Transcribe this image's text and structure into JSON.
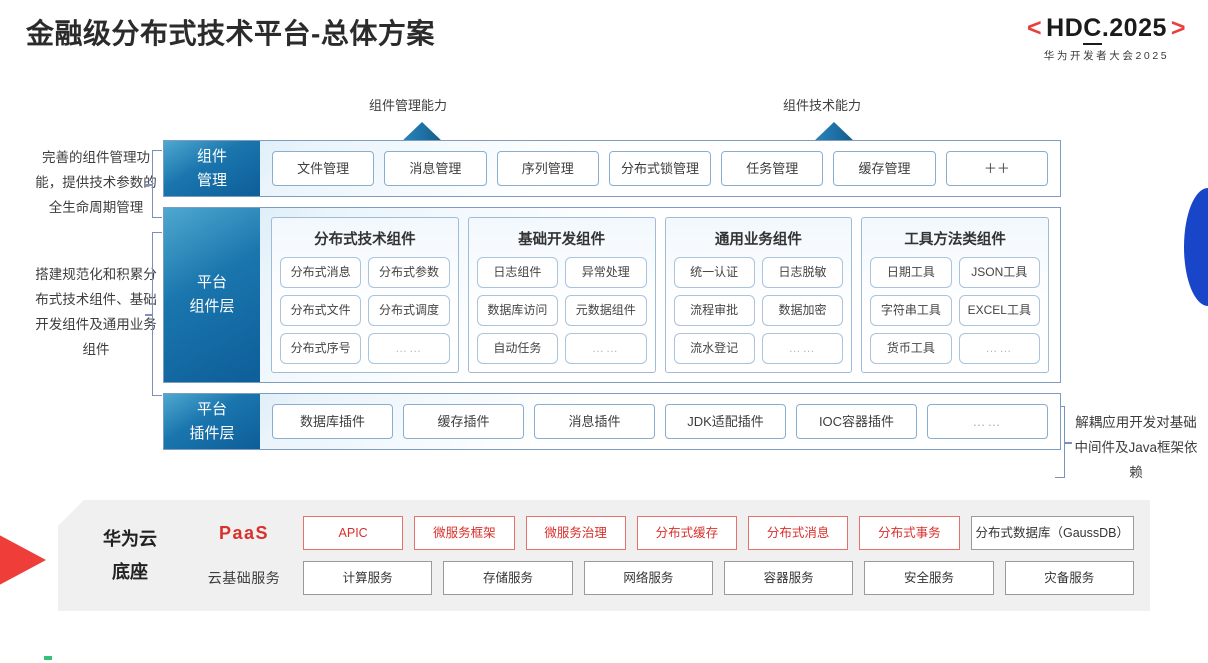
{
  "header": {
    "title": "金融级分布式技术平台-总体方案",
    "logo_prefix": "<",
    "logo_hd": "HD",
    "logo_c": "C",
    "logo_rest": ".2025",
    "logo_suffix": ">",
    "logo_sub": "华为开发者大会2025"
  },
  "arrows": [
    {
      "label": "组件管理能力"
    },
    {
      "label": "组件技术能力"
    }
  ],
  "notes": {
    "left_1": "完善的组件管理功能，提供技术参数的全生命周期管理",
    "left_2": "搭建规范化和积累分布式技术组件、基础开发组件及通用业务组件",
    "right_1": "解耦应用开发对基础中间件及Java框架依赖"
  },
  "bands": [
    {
      "id": "component-management",
      "label_line1": "组件",
      "label_line2": "管理",
      "chips": [
        "文件管理",
        "消息管理",
        "序列管理",
        "分布式锁管理",
        "任务管理",
        "缓存管理",
        "＋＋"
      ]
    },
    {
      "id": "plugin-layer",
      "label_line1": "平台",
      "label_line2": "插件层",
      "chips": [
        "数据库插件",
        "缓存插件",
        "消息插件",
        "JDK适配插件",
        "IOC容器插件",
        "……"
      ]
    }
  ],
  "component_layer": {
    "label_line1": "平台",
    "label_line2": "组件层",
    "groups": [
      {
        "title": "分布式技术组件",
        "cells": [
          "分布式消息",
          "分布式参数",
          "分布式文件",
          "分布式调度",
          "分布式序号",
          "……"
        ]
      },
      {
        "title": "基础开发组件",
        "cells": [
          "日志组件",
          "异常处理",
          "数据库访问",
          "元数据组件",
          "自动任务",
          "……"
        ]
      },
      {
        "title": "通用业务组件",
        "cells": [
          "统一认证",
          "日志脱敏",
          "流程审批",
          "数据加密",
          "流水登记",
          "……"
        ]
      },
      {
        "title": "工具方法类组件",
        "cells": [
          "日期工具",
          "JSON工具",
          "字符串工具",
          "EXCEL工具",
          "货币工具",
          "……"
        ]
      }
    ]
  },
  "paas": {
    "left_line1": "华为云",
    "left_line2": "底座",
    "rows": [
      {
        "label": "PaaS",
        "style": "accent",
        "items": [
          {
            "text": "APIC",
            "style": "red"
          },
          {
            "text": "微服务框架",
            "style": "red"
          },
          {
            "text": "微服务治理",
            "style": "red"
          },
          {
            "text": "分布式缓存",
            "style": "red"
          },
          {
            "text": "分布式消息",
            "style": "red"
          },
          {
            "text": "分布式事务",
            "style": "red"
          },
          {
            "text": "分布式数据库（GaussDB）",
            "style": "gray",
            "wide": true
          }
        ]
      },
      {
        "label": "云基础服务",
        "style": "plain",
        "items": [
          {
            "text": "计算服务",
            "style": "gray"
          },
          {
            "text": "存储服务",
            "style": "gray"
          },
          {
            "text": "网络服务",
            "style": "gray"
          },
          {
            "text": "容器服务",
            "style": "gray"
          },
          {
            "text": "安全服务",
            "style": "gray"
          },
          {
            "text": "灾备服务",
            "style": "gray"
          }
        ]
      }
    ]
  },
  "colors": {
    "brand_red": "#d9302c",
    "brand_blue": "#1b76ae",
    "accent_blue": "#1945c8"
  }
}
